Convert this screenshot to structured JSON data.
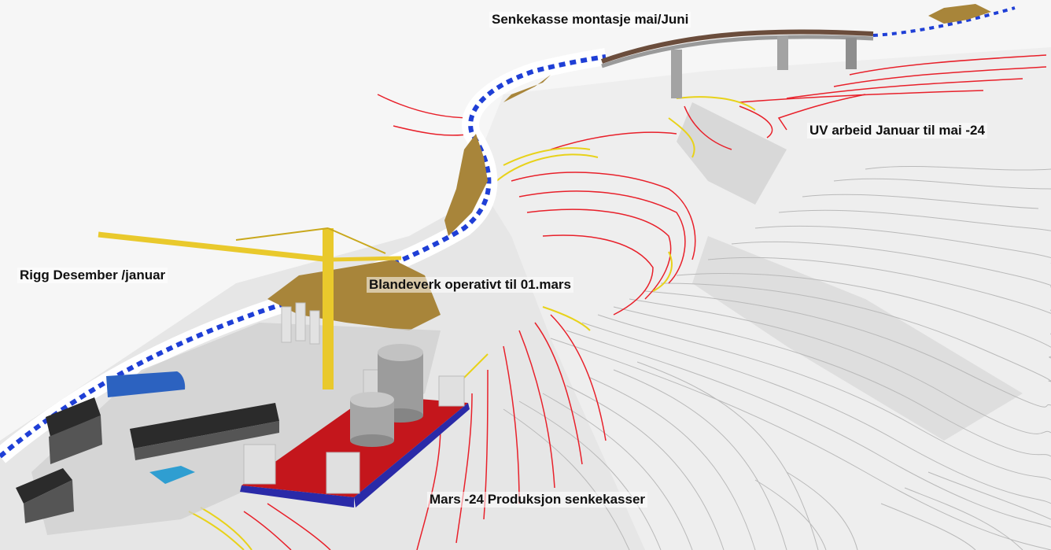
{
  "annotations": {
    "senkekasse": "Senkekasse montasje mai/Juni",
    "uv_arbeid": "UV arbeid Januar til mai -24",
    "rigg": "Rigg Desember /januar",
    "blandeverk": "Blandeverk operativt til 01.mars",
    "produksjon": "Mars -24 Produksjon senkekasser"
  },
  "colors": {
    "background": "#f6f6f6",
    "terrain": "#e2e2e2",
    "contour_grey": "#b9b9b9",
    "contour_red": "#e8202a",
    "contour_yellow": "#e8d21a",
    "road_blue": "#1f3fd6",
    "cliff_brown": "#a8853a",
    "crane_yellow": "#e9c92c",
    "barge_red": "#c4161c",
    "barge_blue": "#2a2aa8",
    "building_dark": "#2b2b2b",
    "tent_blue": "#2c62c0",
    "bridge": "#8a8a8a"
  }
}
